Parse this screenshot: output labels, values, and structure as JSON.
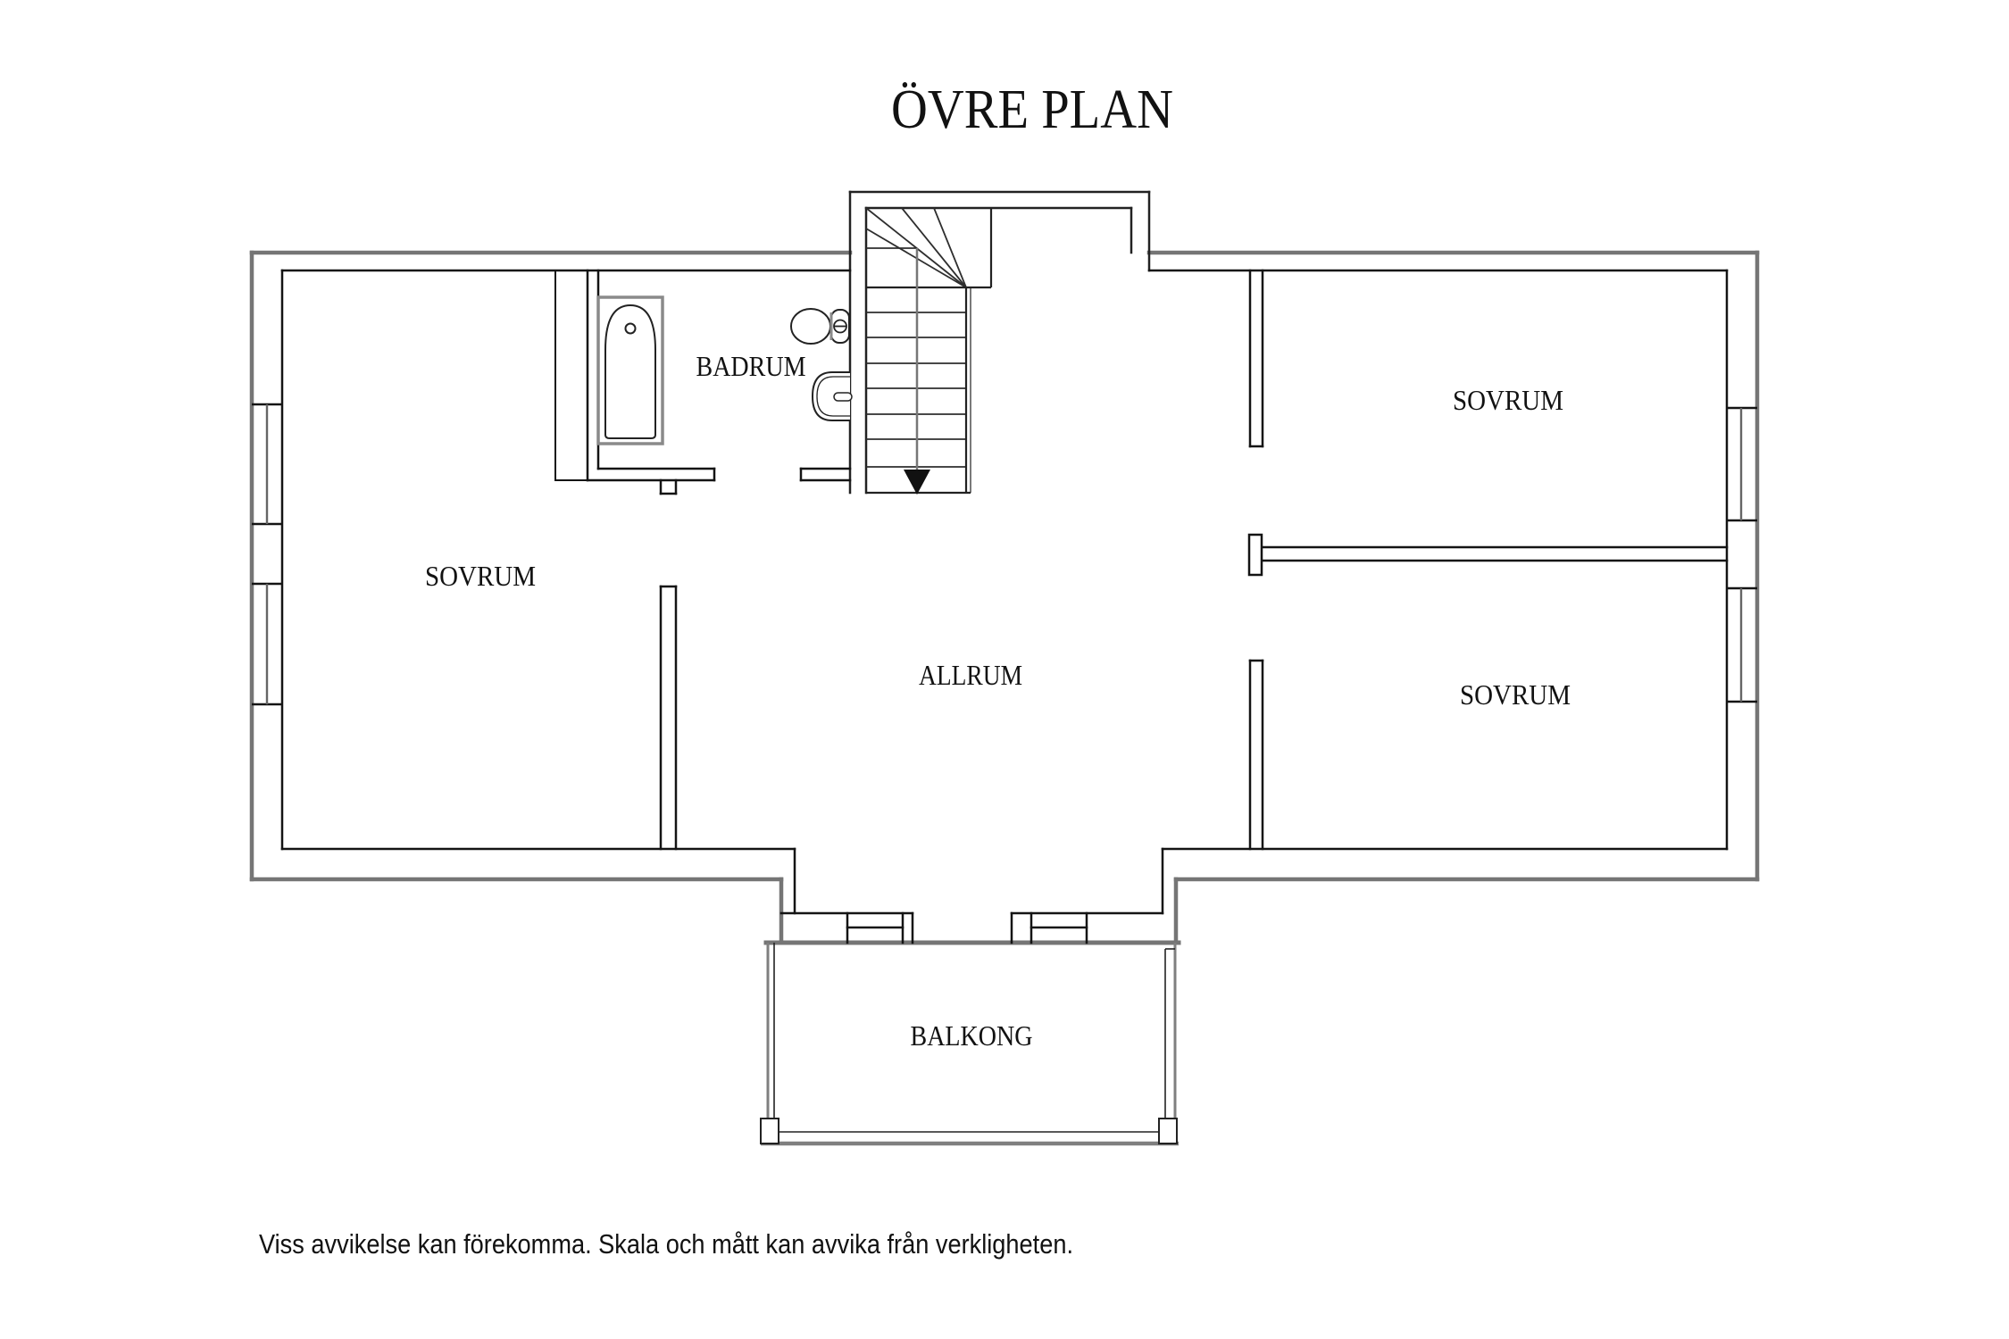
{
  "plan": {
    "title": "ÖVRE PLAN",
    "rooms": {
      "sovrum_left": {
        "label": "SOVRUM"
      },
      "badrum": {
        "label": "BADRUM"
      },
      "allrum": {
        "label": "ALLRUM"
      },
      "sovrum_top_right": {
        "label": "SOVRUM"
      },
      "sovrum_bottom_right": {
        "label": "SOVRUM"
      },
      "balkong": {
        "label": "BALKONG"
      }
    },
    "fixtures": {
      "bathtub": "bathtub-icon",
      "toilet": "toilet-icon",
      "sink": "sink-icon",
      "staircase": "staircase-icon",
      "stair_arrow_direction": "down"
    },
    "windows": {
      "left_wall": 2,
      "right_wall": 2,
      "balcony_doors": 2
    },
    "colors": {
      "background": "#ffffff",
      "wall_inner_line": "#141414",
      "wall_outer_line": "#757575",
      "detail_gray": "#8a8a8a"
    }
  },
  "footer": {
    "disclaimer": "Viss avvikelse kan förekomma. Skala och mått kan avvika från verkligheten."
  }
}
